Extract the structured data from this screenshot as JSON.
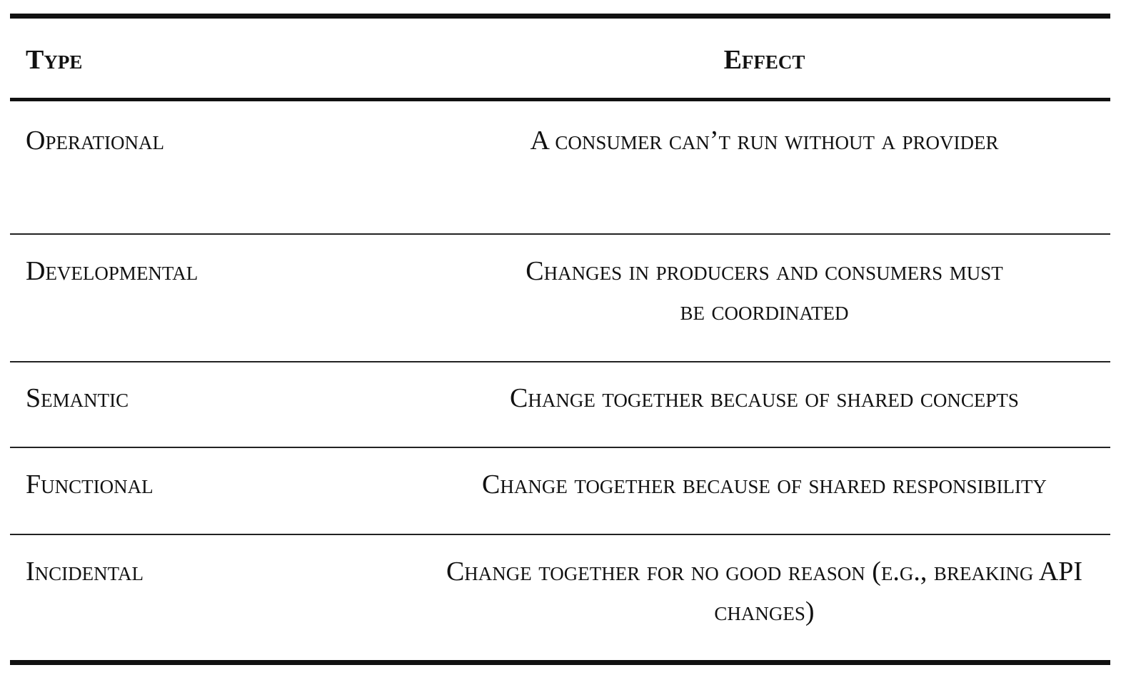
{
  "table": {
    "headers": {
      "type": "Type",
      "effect": "Effect"
    },
    "rows": [
      {
        "type": "Operational",
        "effect": "A consumer can’t run without a provider"
      },
      {
        "type": "Developmental",
        "effect": "Changes in producers and consumers must be coordinated"
      },
      {
        "type": "Semantic",
        "effect": "Change together because of shared concepts"
      },
      {
        "type": "Functional",
        "effect": "Change together because of shared responsibility"
      },
      {
        "type": "Incidental",
        "effect": "Change together for no good reason (e.g., breaking API changes)"
      }
    ]
  }
}
